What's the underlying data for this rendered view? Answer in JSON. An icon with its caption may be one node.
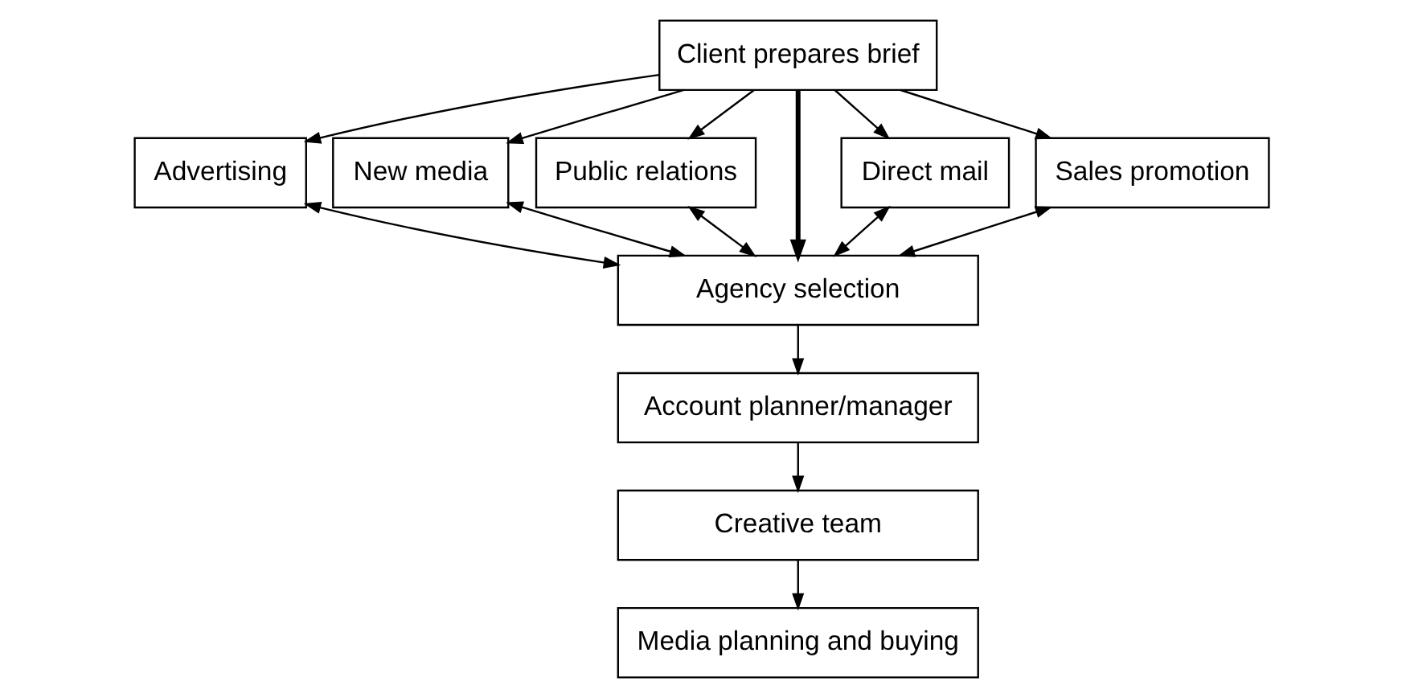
{
  "diagram": {
    "nodes": [
      {
        "text": [
          "Client prepares brief"
        ]
      },
      {
        "text": [
          "Advertising"
        ]
      },
      {
        "text": [
          "New media"
        ]
      },
      {
        "text": [
          "Public relations"
        ]
      },
      {
        "text": [
          "Direct mail"
        ]
      },
      {
        "text": [
          "Sales promotion"
        ]
      },
      {
        "text": [
          "Agency selection"
        ]
      },
      {
        "text": [
          "Account planner/manager"
        ]
      },
      {
        "text": [
          "Creative team"
        ]
      },
      {
        "text": [
          "Media planning and buying"
        ]
      }
    ],
    "edges": [
      {
        "from": 0,
        "to": 1,
        "arrow": "to"
      },
      {
        "from": 0,
        "to": 2,
        "arrow": "to"
      },
      {
        "from": 0,
        "to": 3,
        "arrow": "to"
      },
      {
        "from": 0,
        "to": 6,
        "arrow": "to",
        "style": "thick"
      },
      {
        "from": 0,
        "to": 4,
        "arrow": "to"
      },
      {
        "from": 0,
        "to": 5,
        "arrow": "to"
      },
      {
        "from": 1,
        "to": 6,
        "arrow": "both"
      },
      {
        "from": 2,
        "to": 6,
        "arrow": "both"
      },
      {
        "from": 3,
        "to": 6,
        "arrow": "both"
      },
      {
        "from": 4,
        "to": 6,
        "arrow": "both"
      },
      {
        "from": 5,
        "to": 6,
        "arrow": "both"
      },
      {
        "from": 6,
        "to": 7,
        "arrow": "to"
      },
      {
        "from": 7,
        "to": 8,
        "arrow": "to"
      },
      {
        "from": 8,
        "to": 9,
        "arrow": "to"
      }
    ]
  }
}
